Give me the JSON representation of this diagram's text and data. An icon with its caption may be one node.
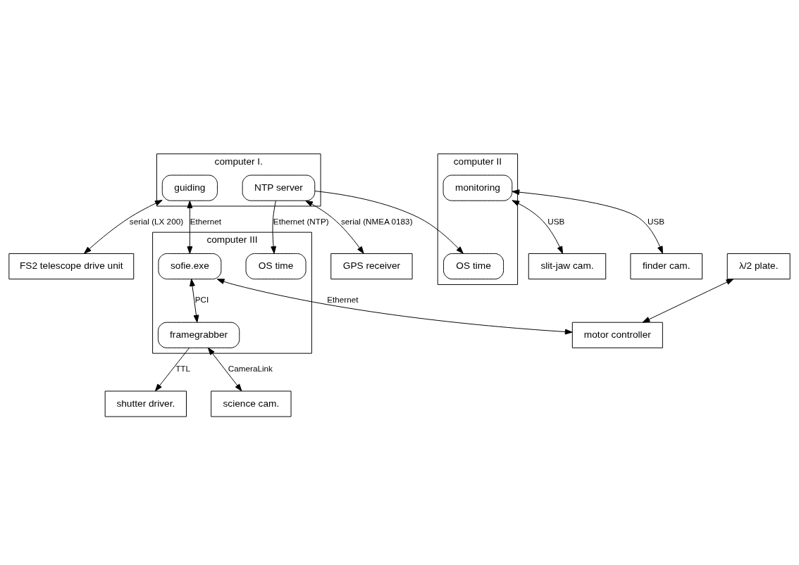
{
  "diagram": {
    "nodes": [
      {
        "text": [
          "FS2 telescope drive unit"
        ]
      },
      {
        "text": [
          "slit-jaw cam."
        ]
      },
      {
        "text": [
          "shutter driver."
        ]
      },
      {
        "text": [
          "λ/2 plate."
        ]
      },
      {
        "text": [
          "motor controller"
        ]
      },
      {
        "text": [
          "computer I."
        ]
      },
      {
        "text": [
          "guiding"
        ],
        "in": 5
      },
      {
        "text": [
          "NTP server"
        ],
        "in": 5
      },
      {
        "text": [
          "computer III"
        ]
      },
      {
        "text": [
          "sofie.exe"
        ],
        "in": 8
      },
      {
        "text": [
          "framegrabber"
        ],
        "in": 8
      },
      {
        "text": [
          "OS time"
        ],
        "in": 8
      },
      {
        "text": [
          "computer II"
        ]
      },
      {
        "text": [
          "monitoring"
        ],
        "in": 12
      },
      {
        "text": [
          "OS time"
        ],
        "in": 12
      },
      {
        "text": [
          "science cam."
        ]
      },
      {
        "text": [
          "finder cam."
        ]
      },
      {
        "text": [
          "GPS receiver"
        ]
      }
    ],
    "edges": [
      {
        "from": 6,
        "to": 0,
        "arrow": "both",
        "label": "serial (LX 200)"
      },
      {
        "from": 13,
        "to": 1,
        "arrow": "both",
        "label": "USB"
      },
      {
        "from": 10,
        "to": 2,
        "arrow": "to",
        "label": "TTL"
      },
      {
        "from": 6,
        "to": 9,
        "arrow": "both",
        "label": "Ethernet"
      },
      {
        "from": 9,
        "to": 4,
        "arrow": "both",
        "label": "Ethernet"
      },
      {
        "from": 3,
        "to": 4,
        "arrow": "both"
      },
      {
        "from": 9,
        "to": 10,
        "arrow": "both",
        "label": "PCI"
      },
      {
        "from": 10,
        "to": 15,
        "arrow": "both",
        "label": "CameraLink"
      },
      {
        "from": 13,
        "to": 16,
        "arrow": "both",
        "label": "USB"
      },
      {
        "from": 7,
        "to": 17,
        "arrow": "both",
        "label": "serial (NMEA 0183)"
      },
      {
        "from": 7,
        "to": 14,
        "arrow": "to"
      },
      {
        "from": 7,
        "to": 11,
        "arrow": "to",
        "label": "Ethernet (NTP)"
      }
    ]
  }
}
